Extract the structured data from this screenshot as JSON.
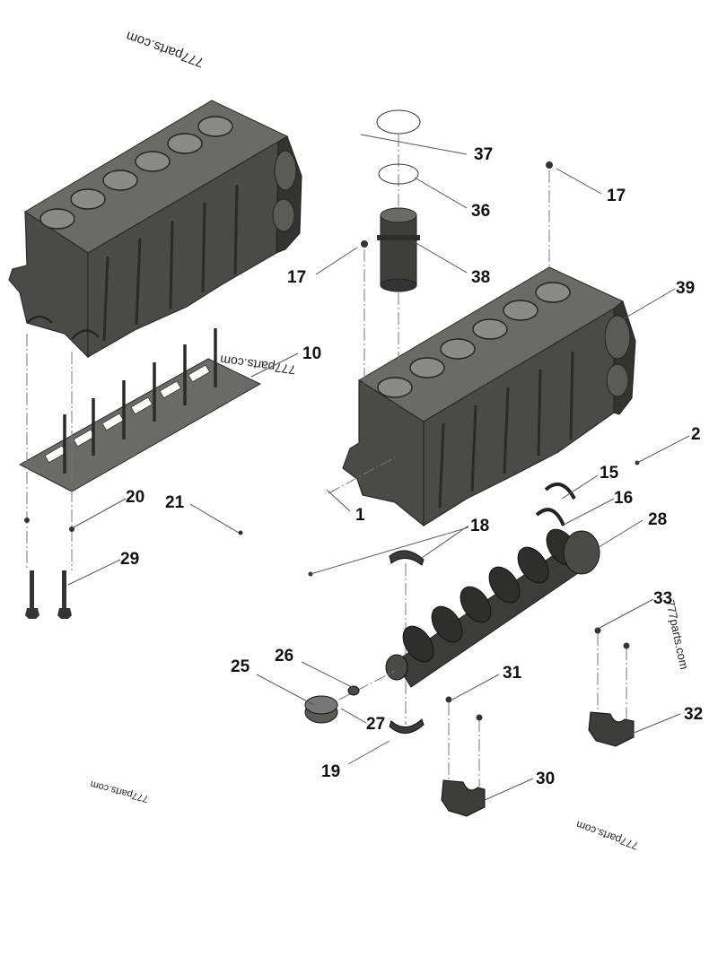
{
  "watermarks": [
    "777parts.com",
    "777parts.com",
    "777parts.com",
    "777parts.com",
    "777parts.com"
  ],
  "callouts": {
    "c1": "1",
    "c2": "2",
    "c10": "10",
    "c15": "15",
    "c16": "16",
    "c17a": "17",
    "c17b": "17",
    "c18": "18",
    "c19": "19",
    "c20": "20",
    "c21": "21",
    "c25": "25",
    "c26": "26",
    "c27": "27",
    "c28": "28",
    "c29": "29",
    "c30": "30",
    "c31": "31",
    "c32": "32",
    "c33": "33",
    "c36": "36",
    "c37": "37",
    "c38": "38",
    "c39": "39"
  },
  "colors": {
    "metal": "#4a4a48",
    "background": "#ffffff",
    "leader": "#555555"
  }
}
